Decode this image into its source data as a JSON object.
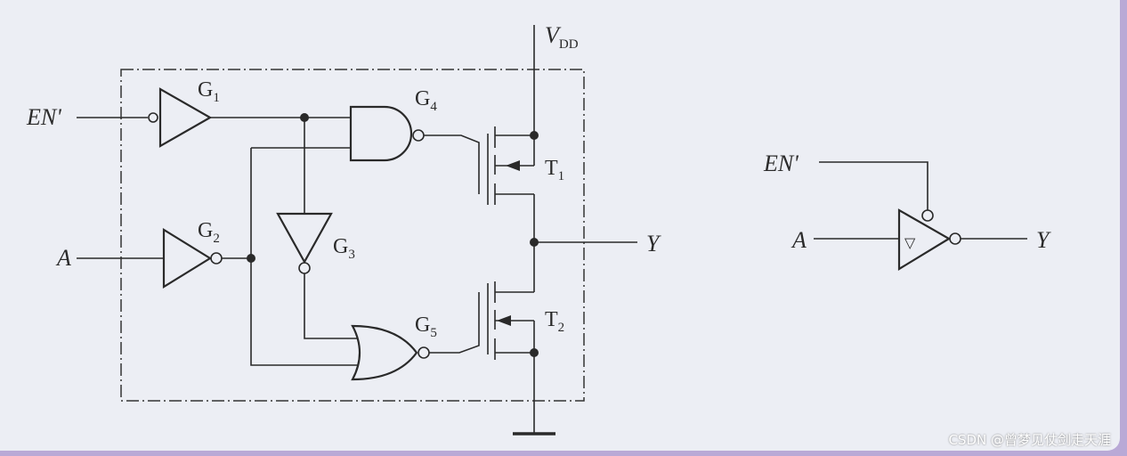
{
  "labels": {
    "en_left": "EN'",
    "a_left": "A",
    "y_left": "Y",
    "en_right": "EN'",
    "a_right": "A",
    "y_right": "Y",
    "vdd_main": "V",
    "vdd_sub": "DD",
    "g1_main": "G",
    "g1_sub": "1",
    "g2_main": "G",
    "g2_sub": "2",
    "g3_main": "G",
    "g3_sub": "3",
    "g4_main": "G",
    "g4_sub": "4",
    "g5_main": "G",
    "g5_sub": "5",
    "t1_main": "T",
    "t1_sub": "1",
    "t2_main": "T",
    "t2_sub": "2",
    "tri_symbol": "▽"
  },
  "watermark": "CSDN @曾梦见仗剑走天涯"
}
